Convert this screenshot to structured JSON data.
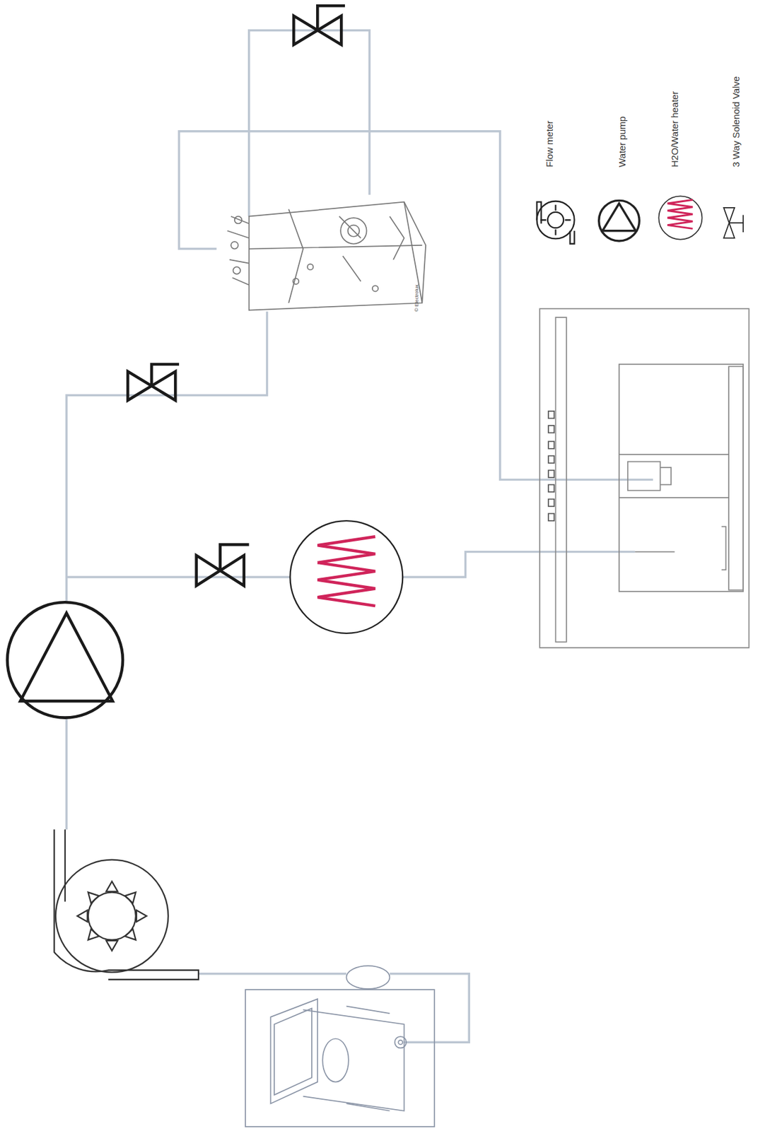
{
  "diagram": {
    "labels": [
      "© Electrolux"
    ],
    "legend": [
      {
        "text": "Flow meter"
      },
      {
        "text": "Water pump"
      },
      {
        "text": "H2O/Water heater"
      },
      {
        "text": "3 Way  Solenoid Valve"
      }
    ]
  }
}
